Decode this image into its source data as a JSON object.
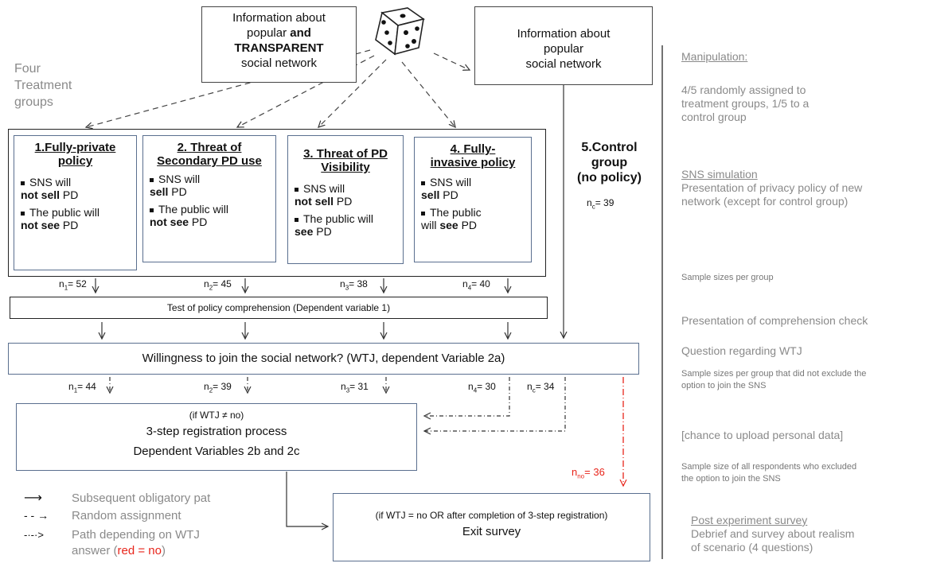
{
  "top": {
    "transparent_info": {
      "line1": "Information about",
      "line2a": "popular ",
      "line2b": "and",
      "line3": "TRANSPARENT",
      "line4": "social network"
    },
    "popular_info": {
      "line1": "Information about",
      "line2": "popular",
      "line3": "social network"
    },
    "four_groups": {
      "line1": "Four",
      "line2": "Treatment",
      "line3": "groups"
    }
  },
  "groups": [
    {
      "title1": "1.Fully-private",
      "title2": "policy",
      "b1a": "SNS will",
      "b1b": "not sell",
      "b1c": " PD",
      "b2a": "The public will",
      "b2b": "not see",
      "b2c": " PD"
    },
    {
      "title1": "2. Threat of",
      "title2": "Secondary PD use",
      "b1a": "SNS will",
      "b1b": "sell",
      "b1c": " PD",
      "b2a": "The public will",
      "b2b": "not see",
      "b2c": " PD"
    },
    {
      "title1": "3. Threat of PD",
      "title2": "Visibility",
      "b1a": "SNS will",
      "b1b": "not sell",
      "b1c": " PD",
      "b2a": "The public will",
      "b2b": "see",
      "b2c": " PD"
    },
    {
      "title1": "4. Fully-",
      "title2": "invasive policy",
      "b1a": "SNS will",
      "b1b": "sell",
      "b1c": " PD",
      "b2a": "The public",
      "b2b": "will ",
      "b2c": "see",
      "b2d": " PD"
    }
  ],
  "control": {
    "line1": "5.Control",
    "line2": "group",
    "line3": "(no policy)",
    "n": "n",
    "n_sub": "c",
    "n_val": "= 39"
  },
  "n_row1": [
    {
      "n": "n",
      "sub": "1",
      "val": "= 52"
    },
    {
      "n": "n",
      "sub": "2",
      "val": "= 45"
    },
    {
      "n": "n",
      "sub": "3",
      "val": "= 38"
    },
    {
      "n": "n",
      "sub": "4",
      "val": "= 40"
    }
  ],
  "comprehension": "Test of policy comprehension (Dependent variable 1)",
  "wtj": "Willingness to join the social network? (WTJ, dependent Variable 2a)",
  "n_row2": [
    {
      "n": "n",
      "sub": "1",
      "val": "= 44"
    },
    {
      "n": "n",
      "sub": "2",
      "val": "= 39"
    },
    {
      "n": "n",
      "sub": "3",
      "val": "= 31"
    },
    {
      "n": "n",
      "sub": "4",
      "val": "= 30"
    },
    {
      "n": "n",
      "sub": "c",
      "val": "= 34"
    }
  ],
  "n_no": {
    "n": "n",
    "sub": "no",
    "val": "= 36"
  },
  "registration": {
    "line1": "(if WTJ ≠ no)",
    "line2": "3-step registration process",
    "line3": "Dependent Variables 2b and 2c"
  },
  "exit": {
    "line1": "(if WTJ = no OR after completion of 3-step registration)",
    "line2": "Exit survey"
  },
  "legend": {
    "solid_arrow": "⟶",
    "dashed_arrow": "- - →",
    "dashdot_arrow": "-·-·>",
    "solid": "Subsequent obligatory pat",
    "dashed": "Random assignment",
    "dashdot1": "Path depending on WTJ",
    "dashdot2a": "answer (",
    "dashdot2b": "red = no",
    "dashdot2c": ")"
  },
  "right": {
    "manipulation_title": "Manipulation:",
    "manipulation_text1": "4/5 randomly assigned to",
    "manipulation_text2": "treatment groups, 1/5 to a",
    "manipulation_text3": "control group",
    "sns_title": "SNS simulation",
    "sns_text1": "Presentation of privacy policy of new",
    "sns_text2": "network (except for control group)",
    "sample_sizes": "Sample sizes per group",
    "comprehension": "Presentation of comprehension check",
    "wtj": "Question regarding WTJ",
    "not_exclude1": "Sample sizes per group that did not exclude the",
    "not_exclude2": "option to join the SNS",
    "upload": "[chance to upload personal data]",
    "excluded1": "Sample size of all respondents who excluded",
    "excluded2": "the option to join the SNS",
    "post_title": "Post experiment survey",
    "post_text1": "Debrief and survey about realism",
    "post_text2": "of scenario (4 questions)"
  },
  "colors": {
    "red": "#e8251b",
    "box_border": "#444444",
    "gray_text": "#8a8a8a"
  }
}
